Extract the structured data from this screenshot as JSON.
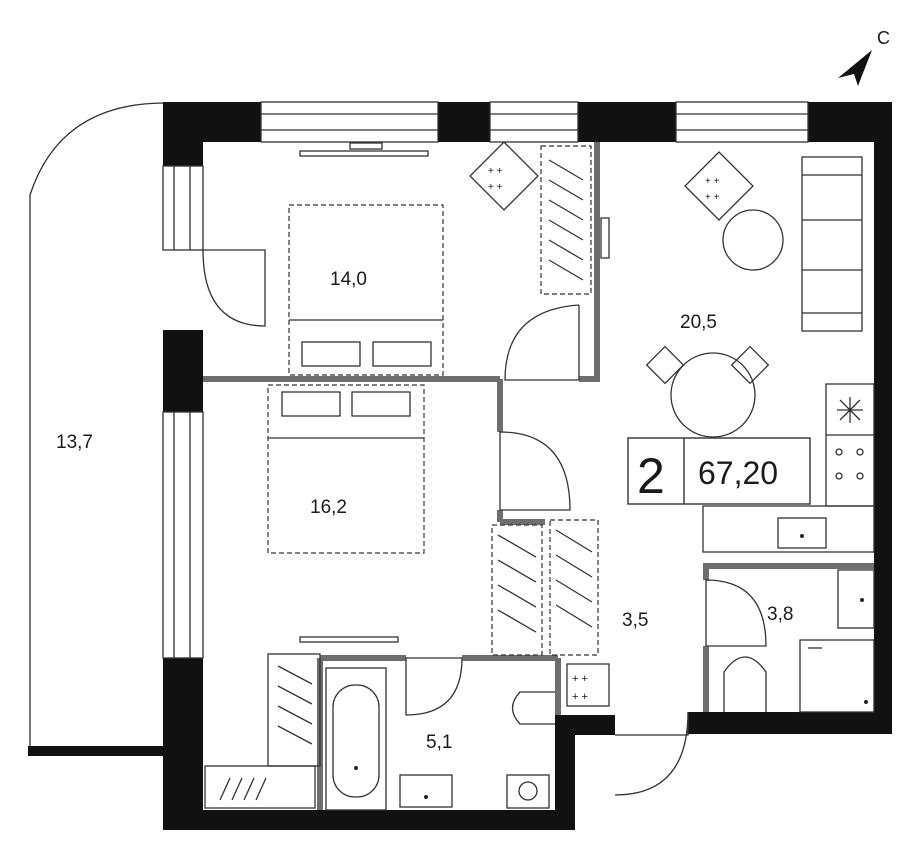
{
  "compass": {
    "label": "С",
    "icon": "north-arrow-icon"
  },
  "summary": {
    "rooms": "2",
    "area": "67,20"
  },
  "rooms": [
    {
      "id": "balcony",
      "area": "13,7"
    },
    {
      "id": "bedroom-top",
      "area": "14,0"
    },
    {
      "id": "living-kitchen",
      "area": "20,5"
    },
    {
      "id": "bedroom-bottom",
      "area": "16,2"
    },
    {
      "id": "hall",
      "area": "3,5"
    },
    {
      "id": "toilet",
      "area": "3,8"
    },
    {
      "id": "bathroom",
      "area": "5,1"
    }
  ],
  "colors": {
    "wall": "#111111",
    "partition": "#6e6e6e",
    "line": "#333333"
  }
}
